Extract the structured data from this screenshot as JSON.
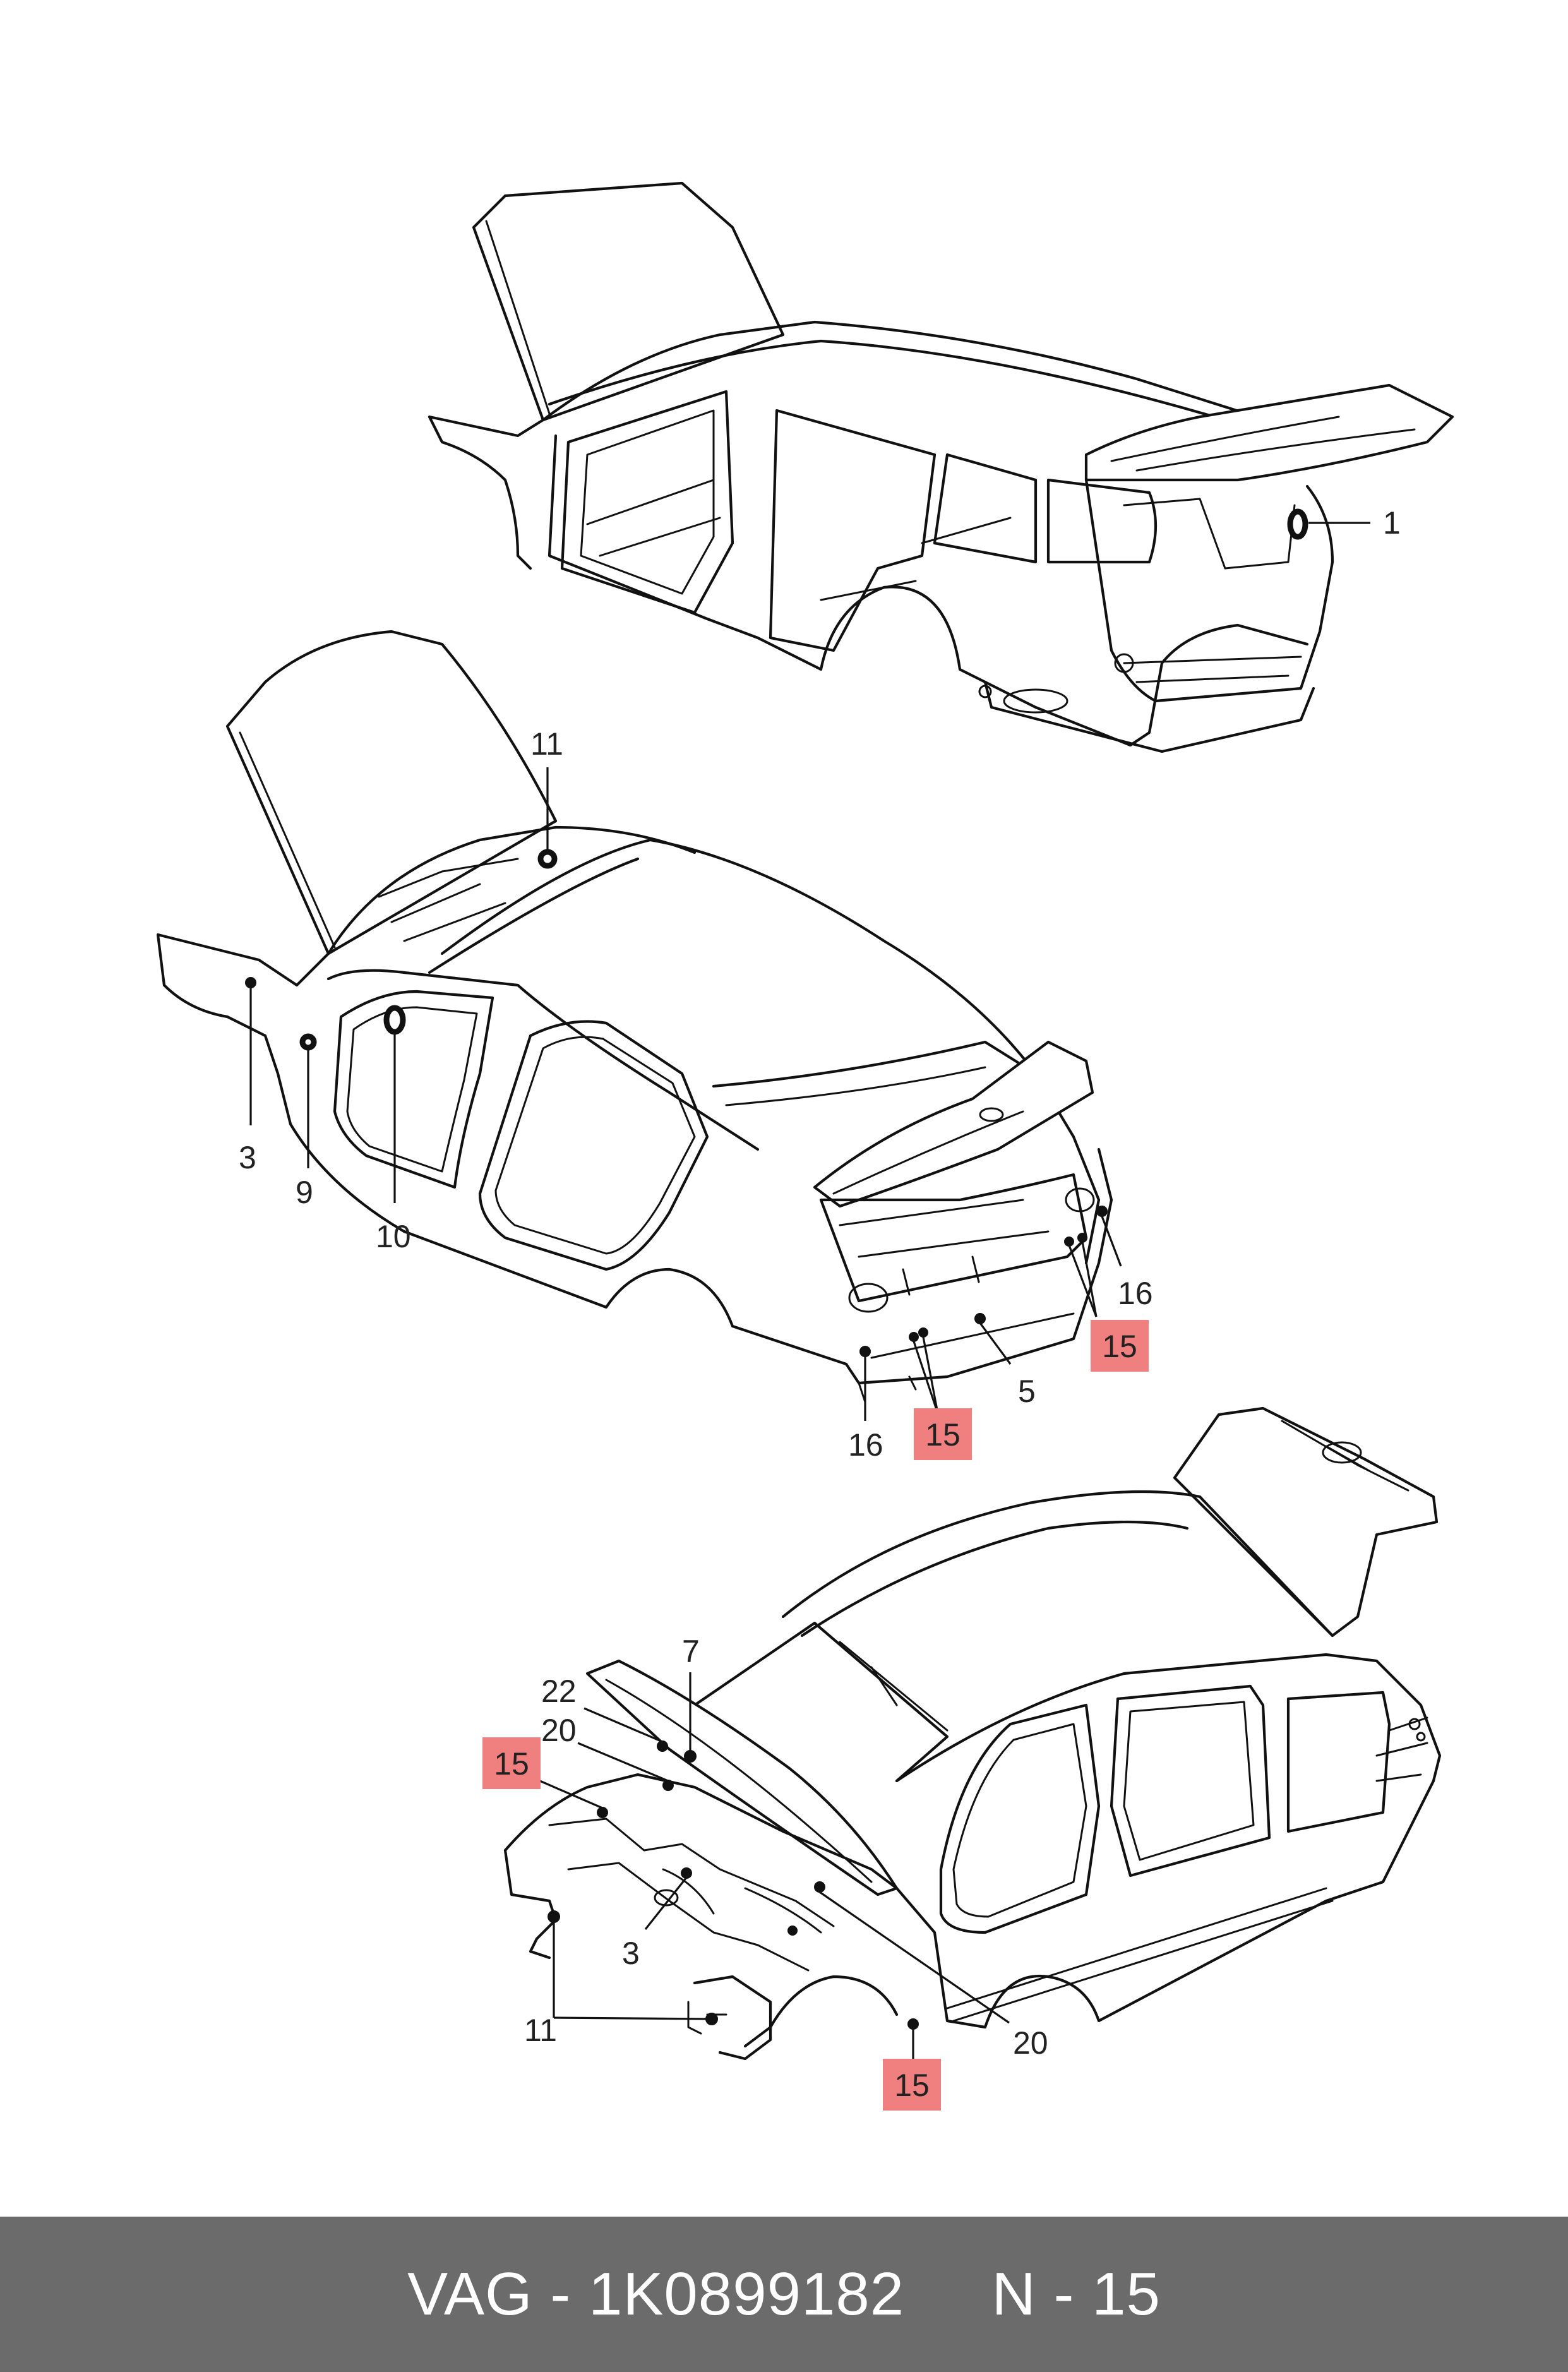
{
  "footer": {
    "text": "VAG - 1K0899182     N - 15"
  },
  "callouts": {
    "top": {
      "c1": "1"
    },
    "middle": {
      "c11": "11",
      "c3": "3",
      "c9": "9",
      "c10": "10",
      "c16a": "16",
      "c15a": "15",
      "c5": "5",
      "c15b": "15",
      "c16b": "16"
    },
    "bottom": {
      "c7": "7",
      "c22": "22",
      "c20a": "20",
      "c15a": "15",
      "c3": "3",
      "c11": "11",
      "c20b": "20",
      "c15b": "15"
    }
  },
  "colors": {
    "highlight": "#f08080",
    "footer_bg": "#6b6b6b",
    "footer_text": "#ffffff",
    "line": "#111111"
  }
}
